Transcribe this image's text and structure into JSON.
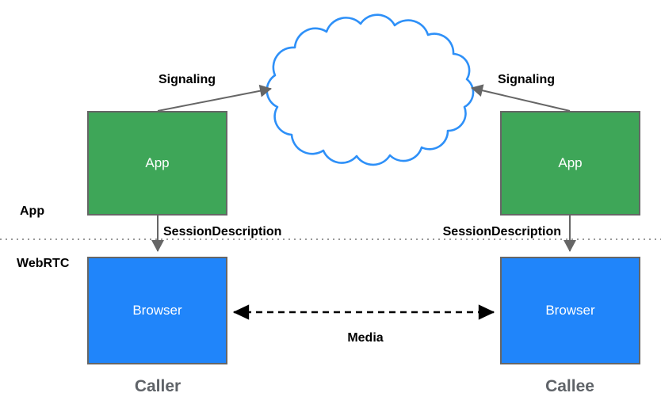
{
  "nodes": {
    "caller_app": {
      "label": "App"
    },
    "callee_app": {
      "label": "App"
    },
    "caller_browser": {
      "label": "Browser"
    },
    "callee_browser": {
      "label": "Browser"
    }
  },
  "edges": {
    "signaling_left": "Signaling",
    "signaling_right": "Signaling",
    "session_left": "SessionDescription",
    "session_right": "SessionDescription",
    "media": "Media"
  },
  "layers": {
    "app": "App",
    "webrtc": "WebRTC"
  },
  "captions": {
    "caller": "Caller",
    "callee": "Callee"
  },
  "icons": {
    "cloud": "signaling-cloud-icon"
  },
  "colors": {
    "app_box_fill": "#3EA658",
    "browser_box_fill": "#2085FA",
    "box_border": "#666666",
    "cloud_stroke": "#2E90F8",
    "arrow_gray": "#666666",
    "arrow_black": "#000000",
    "divider_gray": "#999999",
    "caption_gray": "#5F6368",
    "label_black": "#000000",
    "background": "#FFFFFF"
  }
}
